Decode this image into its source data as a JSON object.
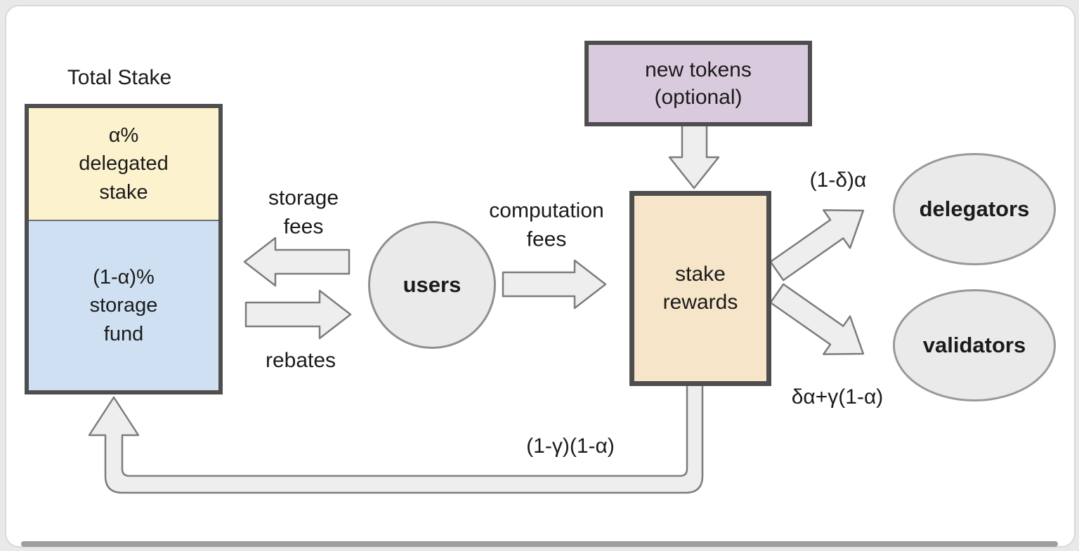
{
  "colors": {
    "page_bg": "#e9e9e9",
    "card_bg": "#ffffff",
    "node_border": "#4e4e4e",
    "arrow_fill": "#eeeeee",
    "arrow_stroke": "#7c7c7c",
    "delegated_stake_fill": "#fcf2cd",
    "storage_fund_fill": "#cfe0f2",
    "new_tokens_fill": "#dacade",
    "stake_rewards_fill": "#f6e5c8",
    "entity_fill": "#eaeaea",
    "text": "#1b1b1b"
  },
  "nodes": {
    "total_stake": {
      "title": "Total Stake",
      "delegated_label": "α%\ndelegated\nstake",
      "storage_fund_label": "(1-α)%\nstorage\nfund"
    },
    "users": {
      "label": "users"
    },
    "new_tokens": {
      "label": "new tokens\n(optional)"
    },
    "stake_rewards": {
      "label": "stake\nrewards"
    },
    "delegators": {
      "label": "delegators"
    },
    "validators": {
      "label": "validators"
    }
  },
  "edges": {
    "storage_fees": {
      "label": "storage\nfees"
    },
    "rebates": {
      "label": "rebates"
    },
    "computation_fees": {
      "label": "computation\nfees"
    },
    "stake_rewards_to_delegators": {
      "label": "(1-δ)α"
    },
    "stake_rewards_to_validators": {
      "label": "δα+γ(1-α)"
    },
    "stake_rewards_to_storage_fund": {
      "label": "(1-γ)(1-α)"
    }
  }
}
